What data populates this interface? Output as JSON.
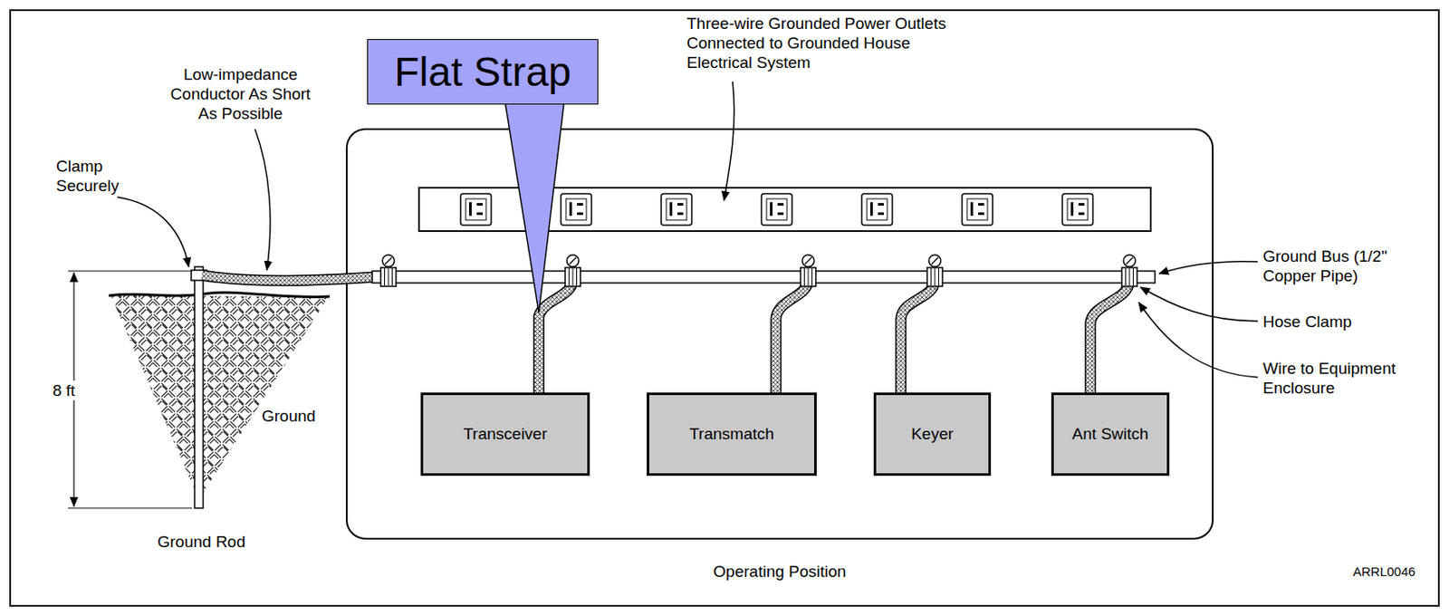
{
  "diagram": {
    "nodes": [
      {
        "text": [
          "Flat Strap"
        ]
      },
      {
        "text": [
          "Operating Position"
        ]
      },
      {
        "text": [
          "Transceiver"
        ],
        "in": 1
      },
      {
        "text": [
          "Transmatch"
        ],
        "in": 1
      },
      {
        "text": [
          "Keyer"
        ],
        "in": 1
      },
      {
        "text": [
          "Ant Switch"
        ],
        "in": 1
      }
    ],
    "labels": [
      "Low-impedance Conductor As Short As Possible",
      "Clamp Securely",
      "Three-wire Grounded Power Outlets Connected to Grounded House Electrical System",
      "Ground Bus (1/2\" Copper Pipe)",
      "Hose Clamp",
      "Wire to Equipment Enclosure",
      "8 ft",
      "Ground",
      "Ground Rod",
      "ARRL0046"
    ]
  }
}
